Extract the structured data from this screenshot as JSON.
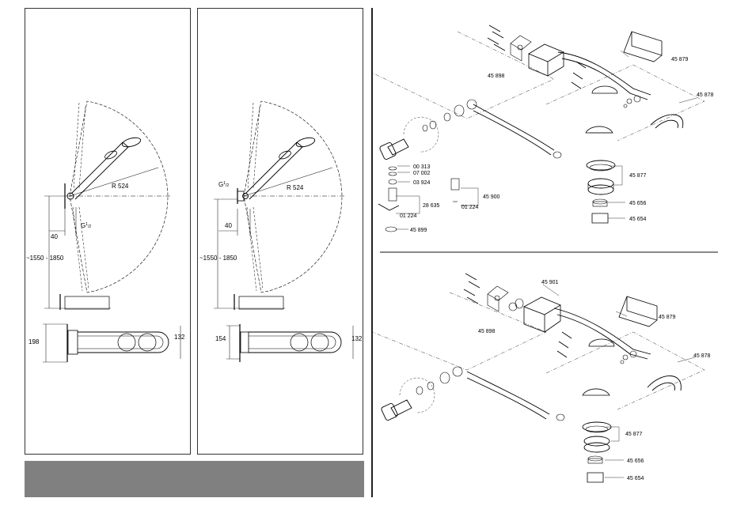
{
  "left_drawing": {
    "radius": "R 524",
    "thread": "G",
    "thread_sup": "1",
    "thread_sub": "2",
    "offset": "40",
    "height_range": "~1550 - 1850",
    "width_left": "198",
    "width_right": "132"
  },
  "mid_drawing": {
    "radius": "R 524",
    "thread": "G",
    "thread_sup": "1",
    "thread_sub": "2",
    "offset": "40",
    "height_range": "~1550 - 1850",
    "width_left": "154",
    "width_right": "132"
  },
  "top_exploded": {
    "parts": {
      "p45879": "45 879",
      "p45898": "45 898",
      "p45878": "45 878",
      "p45877": "45 877",
      "p45656": "45 656",
      "p45654": "45 654",
      "p00313": "00 313",
      "p07002": "07 002",
      "p03924": "03 924",
      "p28635": "28 635",
      "p01224a": "01 224",
      "p45899": "45 899",
      "p45900": "45 900",
      "p01224b": "01 224"
    }
  },
  "bottom_exploded": {
    "parts": {
      "p45901": "45 901",
      "p45879": "45 879",
      "p45898": "45 898",
      "p45878": "45 878",
      "p45877": "45 877",
      "p45656": "45 656",
      "p45654": "45 654"
    }
  }
}
